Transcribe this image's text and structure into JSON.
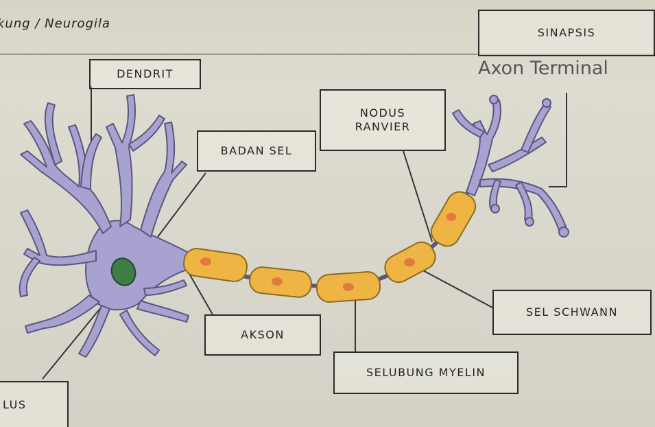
{
  "header": {
    "title": "kung / Neurogila"
  },
  "labels": {
    "dendrit": "DENDRIT",
    "badan_sel": "BADAN SEL",
    "nodus_ranvier_line1": "NODUS",
    "nodus_ranvier_line2": "RANVIER",
    "sinapsis": "SINAPSIS",
    "axon_terminal": "Axon Terminal",
    "akson": "AKSON",
    "selubung_myelin": "SELUBUNG MYELIN",
    "sel_schwann": "SEL SCHWANN",
    "nukleus": "LUS"
  },
  "colors": {
    "cell_body": "#a8a2d0",
    "cell_outline": "#5b5580",
    "myelin": "#eeb545",
    "myelin_outline": "#8a6a22",
    "schwann_nucleus": "#e07a3e",
    "nucleus": "#3e7d45"
  }
}
